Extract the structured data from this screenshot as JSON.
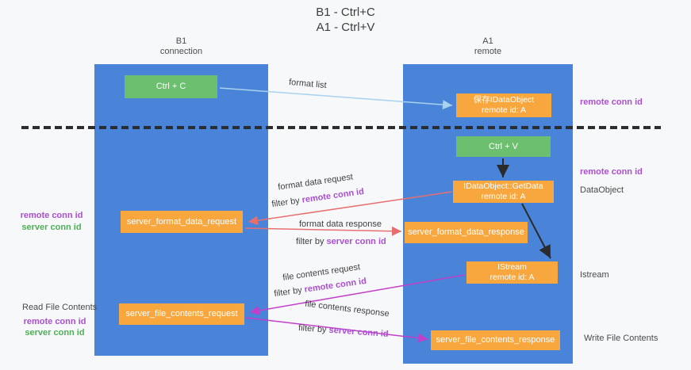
{
  "title": {
    "line1": "B1 - Ctrl+C",
    "line2": "A1 - Ctrl+V"
  },
  "columns": {
    "left": {
      "header_line1": "B1",
      "header_line2": "connection"
    },
    "right": {
      "header_line1": "A1",
      "header_line2": "remote"
    }
  },
  "boxes": {
    "ctrl_c": "Ctrl + C",
    "ctrl_v": "Ctrl + V",
    "save_dataobject_line1": "保存IDataObject",
    "save_dataobject_line2": "remote id: A",
    "getdata_line1": "IDataObject::GetData",
    "getdata_line2": "remote id: A",
    "istream_line1": "IStream",
    "istream_line2": "remote id: A",
    "server_format_data_request": "server_format_data_request",
    "server_format_data_response": "server_format_data_response",
    "server_file_contents_request": "server_file_contents_request",
    "server_file_contents_response": "server_file_contents_response"
  },
  "arrow_labels": {
    "format_list": "format list",
    "format_data_request": "format data request",
    "format_data_response": "format data response",
    "file_contents_request": "file contents request",
    "file_contents_response": "file contents response",
    "filter_by": "filter by",
    "remote_conn_id": "remote conn id",
    "server_conn_id": "server conn id"
  },
  "side_labels": {
    "remote_conn_id_top": "remote conn id",
    "remote_conn_id_mid": "remote conn id",
    "dataobject": "DataObject",
    "istream": "Istream",
    "write_file_contents": "Write File Contents",
    "read_file_contents": "Read File Contents",
    "left_remote_conn_id_format": "remote conn id",
    "left_server_conn_id_format": "server conn id",
    "left_remote_conn_id_file": "remote conn id",
    "left_server_conn_id_file": "server conn id"
  },
  "colors": {
    "column_blue": "#4a84d8",
    "box_orange": "#f8a73e",
    "box_green": "#6cbf6e",
    "arrow_red": "#e86f6f",
    "arrow_magenta": "#c23fc9",
    "arrow_lightblue": "#a8d2ee",
    "arrow_black": "#2b2b2b",
    "text_purple": "#a94fd0",
    "text_green": "#4fae57",
    "background": "#f7f8fa"
  }
}
